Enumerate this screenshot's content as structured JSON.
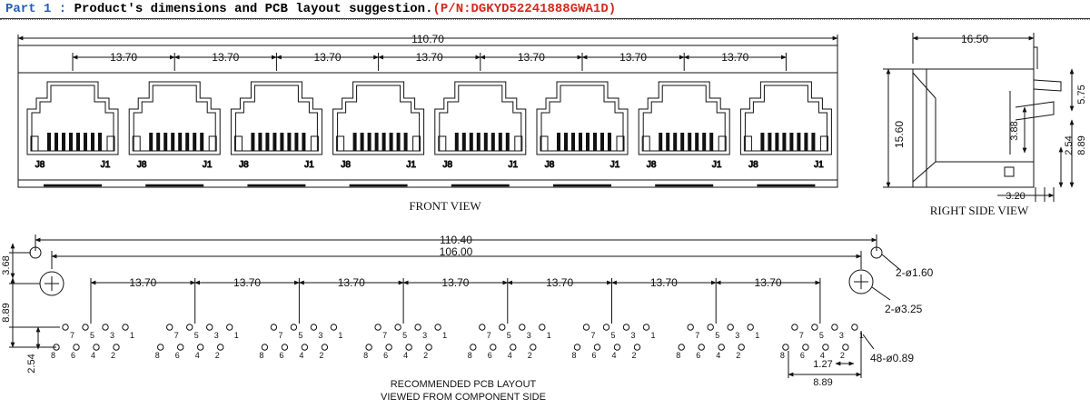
{
  "header": {
    "part": "Part 1 :",
    "description": " Product's dimensions and PCB layout suggestion.",
    "part_number": "(P/N:DGKYD52241888GWA1D)"
  },
  "front_view": {
    "title": "FRONT VIEW",
    "overall_width": "110.70",
    "pitch": "13.70",
    "port_count": 8,
    "pin_left": "J8",
    "pin_right": "J1"
  },
  "side_view": {
    "title": "RIGHT SIDE VIEW",
    "depth": "16.50",
    "height": "15.60",
    "dim_575": "5.75",
    "dim_388": "3.88",
    "dim_254": "2.54",
    "dim_889": "8.89",
    "dim_320": "3.20"
  },
  "pcb": {
    "title_line1": "RECOMMENDED PCB LAYOUT",
    "title_line2": "VIEWED FROM COMPONENT SIDE",
    "dim_total": "110.40",
    "dim_mount": "106.00",
    "pitch": "13.70",
    "dim_left_368": "3.68",
    "dim_left_889": "8.89",
    "dim_left_254": "2.54",
    "callout_small_hole": "2-ø1.60",
    "callout_big_hole": "2-ø3.25",
    "callout_pins": "48-ø0.89",
    "dim_127": "1.27",
    "dim_889b": "8.89",
    "top_pins": [
      "7",
      "5",
      "3",
      "1"
    ],
    "bottom_pins": [
      "8",
      "6",
      "4",
      "2"
    ]
  }
}
